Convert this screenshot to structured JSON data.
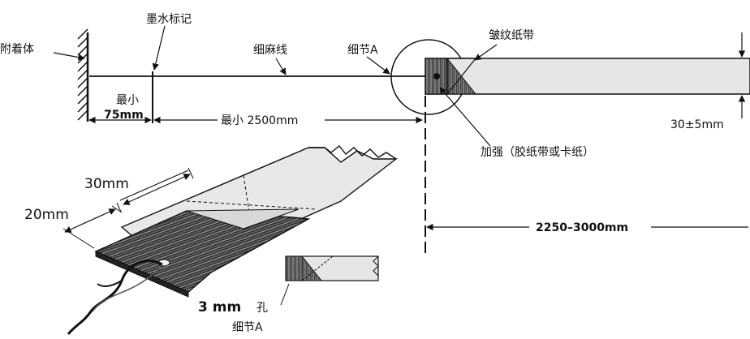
{
  "labels": {
    "attachment": "附着体",
    "ink_mark": "墨水标记",
    "twine": "细麻线",
    "detail_a_top": "细节A",
    "crepe_tape": "皱纹纸带",
    "min_small": "最小",
    "min_75": "75mm",
    "min_2500": "最小 2500mm",
    "width_30_5": "30±5mm",
    "reinforce": "加强（胶纸带或卡纸）",
    "dim_30": "30mm",
    "dim_20": "20mm",
    "dim_2250_3000": "2250–3000mm",
    "hole_3mm": "3 mm",
    "hole": "孔",
    "detail_a_bottom": "细节A"
  }
}
